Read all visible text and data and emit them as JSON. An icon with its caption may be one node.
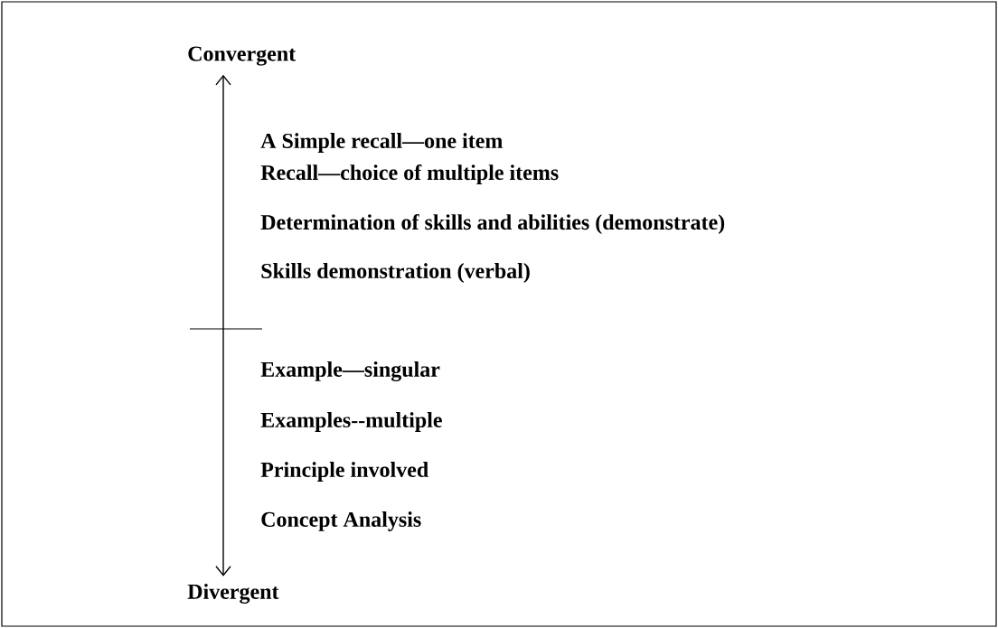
{
  "diagram": {
    "nodes": [
      {
        "text": [
          "Convergent"
        ]
      },
      {
        "text": [
          "Divergent"
        ]
      }
    ],
    "edges": [
      {
        "from": 0,
        "to": 1,
        "arrow": "both"
      }
    ],
    "labels": [
      "A Simple recall—one item",
      "Recall—choice of multiple items",
      "Determination of skills and abilities (demonstrate)",
      "Skills demonstration (verbal)",
      "Example—singular",
      "Examples--multiple",
      "Principle involved",
      "Concept Analysis"
    ]
  }
}
